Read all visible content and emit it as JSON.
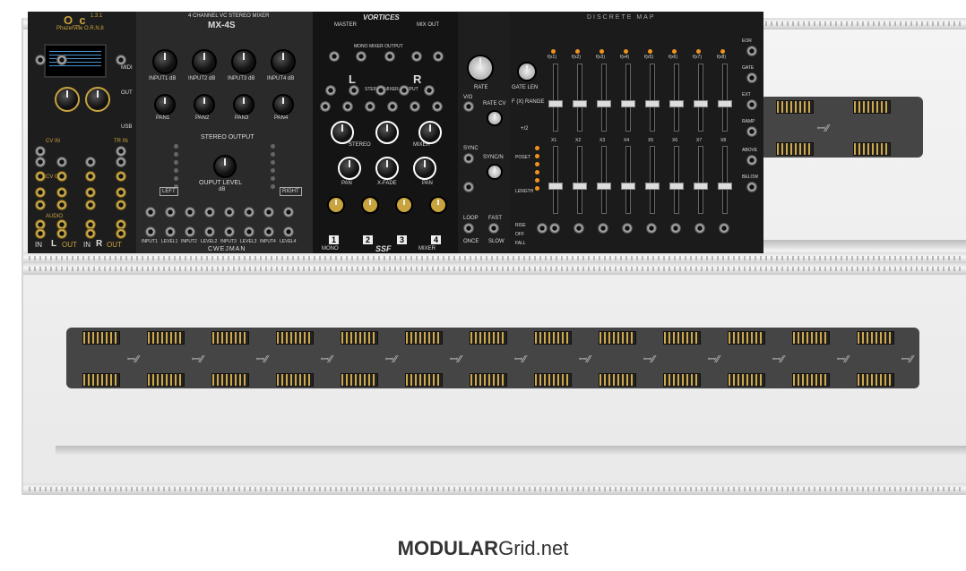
{
  "footer": {
    "brand_bold": "MODULAR",
    "brand_rest": "Grid.net"
  },
  "modules": {
    "ornament": {
      "title": "O_c",
      "version": "1.3.1",
      "subtitle": "Phazerville O.R.N.8",
      "labels": [
        "CV IN",
        "TR IN",
        "CV OUT",
        "AUDIO",
        "MIDI",
        "OUT",
        "USB",
        "IN",
        "L",
        "OUT",
        "IN",
        "R",
        "OUT"
      ]
    },
    "mx4s": {
      "subtitle": "4 CHANNEL VC STEREO MIXER",
      "title": "MX-4S",
      "inputs": [
        "INPUT1 dB",
        "INPUT2 dB",
        "INPUT3 dB",
        "INPUT4 dB"
      ],
      "pans": [
        "PAN1",
        "PAN2",
        "PAN3",
        "PAN4"
      ],
      "stereo_output": "STEREO OUTPUT",
      "output_level": "OUPUT LEVEL",
      "db": "dB",
      "left": "LEFT",
      "right": "RIGHT",
      "brand": "CWEJMAN",
      "bottom": [
        "INPUT1",
        "LEVEL1",
        "INPUT2",
        "LEVEL2",
        "INPUT3",
        "LEVEL3",
        "INPUT4",
        "LEVEL4"
      ]
    },
    "vortices": {
      "title": "VORTICES",
      "master": "MASTER",
      "mix_out": "MIX OUT",
      "mono_out": "MONO MIXER OUTPUT",
      "stereo_out": "STEREO MIXER OUTPUT",
      "L": "L",
      "R": "R",
      "x_fade": "X-FADE",
      "channels": [
        "1",
        "2",
        "3",
        "4"
      ],
      "stereo": "STEREO",
      "mixer": "MIXER",
      "pan": "PAN",
      "mono": "MONO",
      "brand": "SSF"
    },
    "function": {
      "labels": [
        "RATE",
        "V/O",
        "RATE CV",
        "SYNC",
        "SYNC/N",
        "LOOP",
        "ONCE",
        "FAST",
        "SLOW",
        "GATE LEN",
        "F (X) RANGE",
        "+/2"
      ]
    },
    "discrete_map": {
      "title": "DISCRETE MAP",
      "top": [
        "f(x1)",
        "f(x2)",
        "f(x3)",
        "f(x4)",
        "f(x5)",
        "f(x6)",
        "f(x7)",
        "f(x8)"
      ],
      "bottom": [
        "X1",
        "X2",
        "X3",
        "X4",
        "X5",
        "X6",
        "X7",
        "X8"
      ],
      "side": [
        "POSET",
        "LENGTH",
        "RISE",
        "OFF",
        "FALL"
      ],
      "right": [
        "EOR",
        "GATE",
        "EXT",
        "RAMP",
        "ABOVE",
        "BELOW"
      ]
    }
  },
  "colors": {
    "panel_dark": "#1c1c1c",
    "accent_gold": "#c9a43e",
    "led": "#f0941f",
    "case": "#eeeeee"
  }
}
